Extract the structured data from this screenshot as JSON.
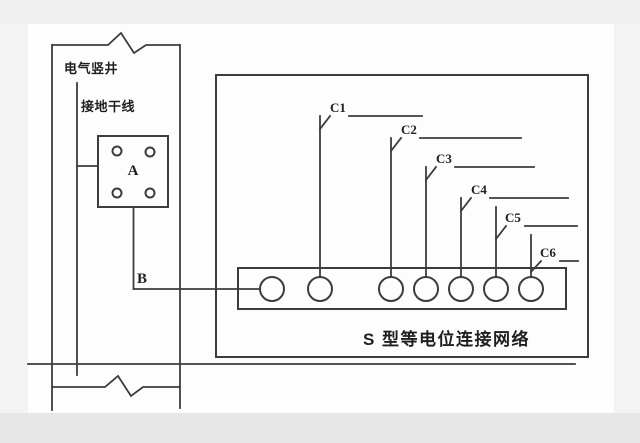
{
  "diagram": {
    "shaft_label": "电气竖井",
    "trunk_label": "接地干线",
    "box_a_label": "A",
    "point_b_label": "B",
    "branch_labels": [
      "C1",
      "C2",
      "C3",
      "C4",
      "C5",
      "C6"
    ],
    "caption": "S 型等电位连接网络"
  },
  "colors": {
    "line": "#3c3c3c",
    "text": "#1f1f1f",
    "paper": "#fdfdfd",
    "page_top_band": "#f0f0f0",
    "page_bottom_band": "#e7e7e7"
  }
}
